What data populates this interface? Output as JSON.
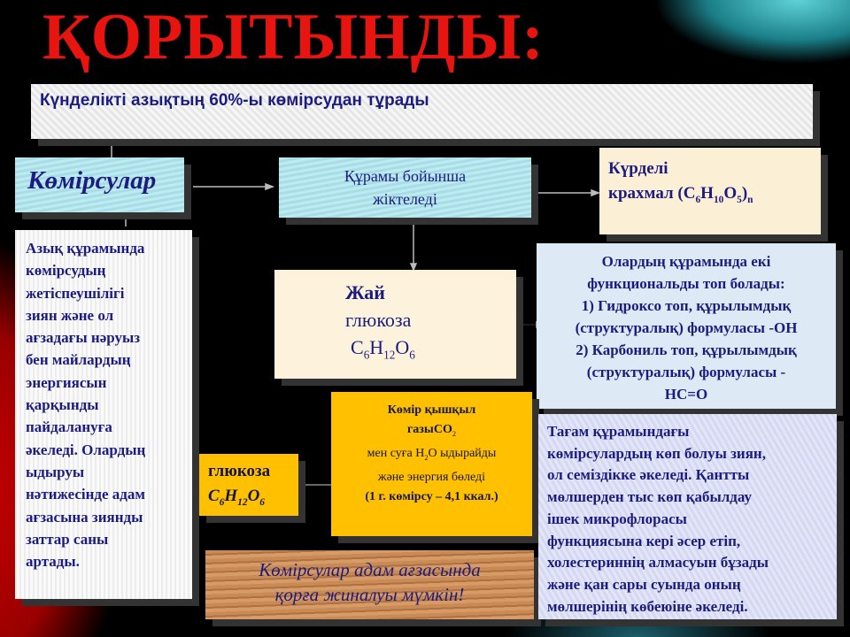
{
  "title": "ҚОРЫТЫНДЫ:",
  "banner": "Күнделікті азықтың  60%-ы көмірсудан тұрады",
  "carbs": "Көмірсулар",
  "classification": [
    "Құрамы бойынша",
    "жіктеледі"
  ],
  "complex": {
    "line1": "Күрделі",
    "line2": "крахмал (C",
    "s1": "6",
    "h": "H",
    "s2": "10",
    "o": "O",
    "s3": "5",
    "close": ")",
    "s4": "n"
  },
  "deficiency": [
    "Азық құрамында",
    "көмірсудың",
    "жетіспеушілігі",
    "зиян және ол",
    "ағзадағы нəруыз",
    "бен майлардың",
    "энергиясын",
    "қарқынды",
    "пайдалануға",
    "əкеледі. Олардың",
    "ыдыруы",
    "нəтижесінде адам",
    "ағзасына зиянды",
    "заттар саны",
    "артады."
  ],
  "simple": {
    "line1": "Жай",
    "line2": "глюкоза",
    "c": "C",
    "s1": "6",
    "h": "H",
    "s2": "12",
    "o": "O",
    "s3": "6"
  },
  "functional": [
    "Олардың құрамында екі",
    "функциональды топ болады:",
    "1) Гидроксо топ, құрылымдық",
    "(структуралық) формуласы  -OH",
    "2) Карбониль топ, құрылымдық",
    "(структуралық) формуласы   -",
    "HC=O"
  ],
  "breakdown": {
    "l1": "Көмір қышқыл",
    "l2": "газыCO",
    "l2s": "2",
    "l3a": "мен суға H",
    "l3s": "2",
    "l3b": "O ыдырайды",
    "l4": "жəне энергия бөледі",
    "l5": "(1 г. көмірсу – 4,1  ккал.)"
  },
  "glucose": {
    "label": "глюкоза",
    "c": "C",
    "s1": "6",
    "h": "H",
    "s2": "12",
    "o": "O",
    "s3": "6"
  },
  "storage": [
    "Көмірсулар адам ағзасында",
    "қорға жиналуы мүмкін!"
  ],
  "excess": [
    "Тағам құрамындағы",
    "көмірсулардың көп болуы зиян,",
    "ол семіздікке əкеледі. Қантты",
    "мөлшерден тыс көп қабылдау",
    "ішек микрофлорасы",
    "функциясына кері əсер етіп,",
    "холестериннің алмасуын бұзады",
    "жəне қан  сары суында оның",
    "мөлшерінің көбеюіне əкеледі."
  ]
}
